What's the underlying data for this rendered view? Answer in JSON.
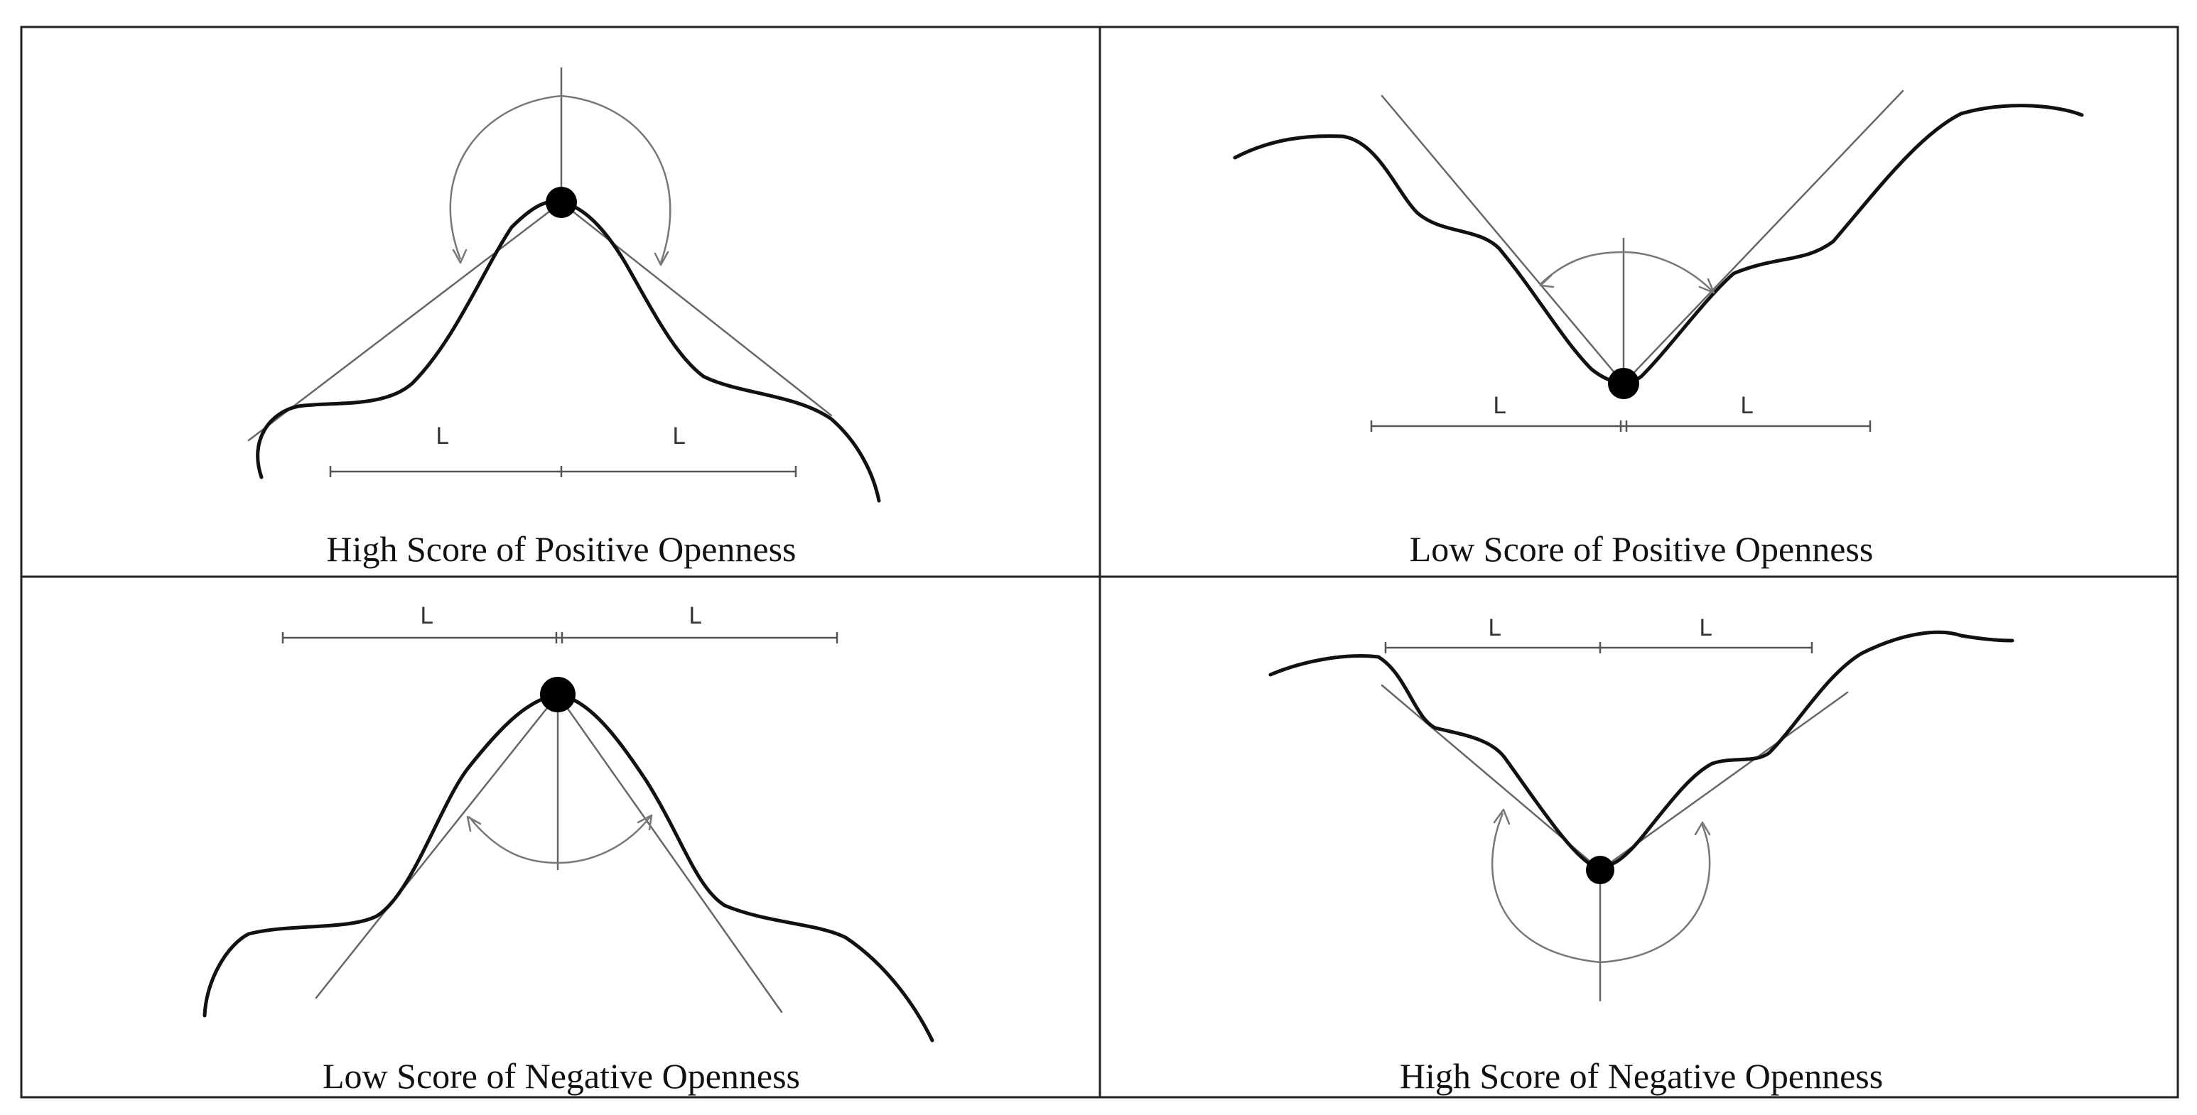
{
  "panels": {
    "top_left": {
      "caption": "High Score of Positive Openness",
      "label_left": "L",
      "label_right": "L"
    },
    "top_right": {
      "caption": "Low Score of Positive Openness",
      "label_left": "L",
      "label_right": "L"
    },
    "bottom_left": {
      "caption": "Low Score of Negative Openness",
      "label_left": "L",
      "label_right": "L"
    },
    "bottom_right": {
      "caption": "High Score of Negative Openness",
      "label_left": "L",
      "label_right": "L"
    }
  },
  "colors": {
    "terrain": "#111111",
    "guide_lines": "#666666",
    "frame": "#222222"
  }
}
